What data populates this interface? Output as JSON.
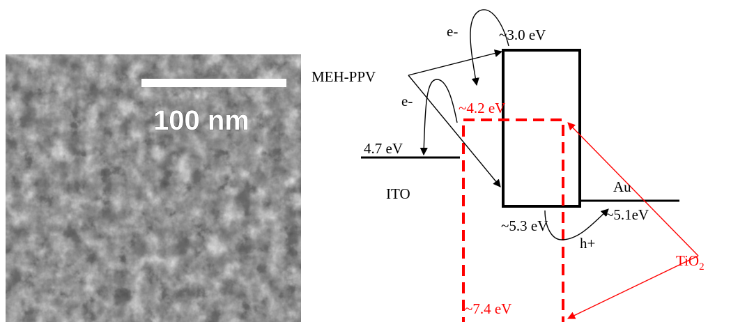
{
  "sem": {
    "scale_bar_label": "100 nm"
  },
  "diagram": {
    "material_mehppv": "MEH-PPV",
    "material_ito": "ITO",
    "material_au": "Au",
    "material_tio2_base": "TiO",
    "material_tio2_sub": "2",
    "carrier_electron_1": "e-",
    "carrier_electron_2": "e-",
    "carrier_hole": "h+",
    "level_mehppv_lumo": "~3.0 eV",
    "level_tio2_cb": "~4.2 eV",
    "level_ito": "4.7 eV",
    "level_mehppv_homo": "~5.3 eV",
    "level_au": "~5.1eV",
    "level_tio2_vb": "~7.4 eV"
  },
  "colors": {
    "black": "#000000",
    "red": "#ff0000"
  }
}
